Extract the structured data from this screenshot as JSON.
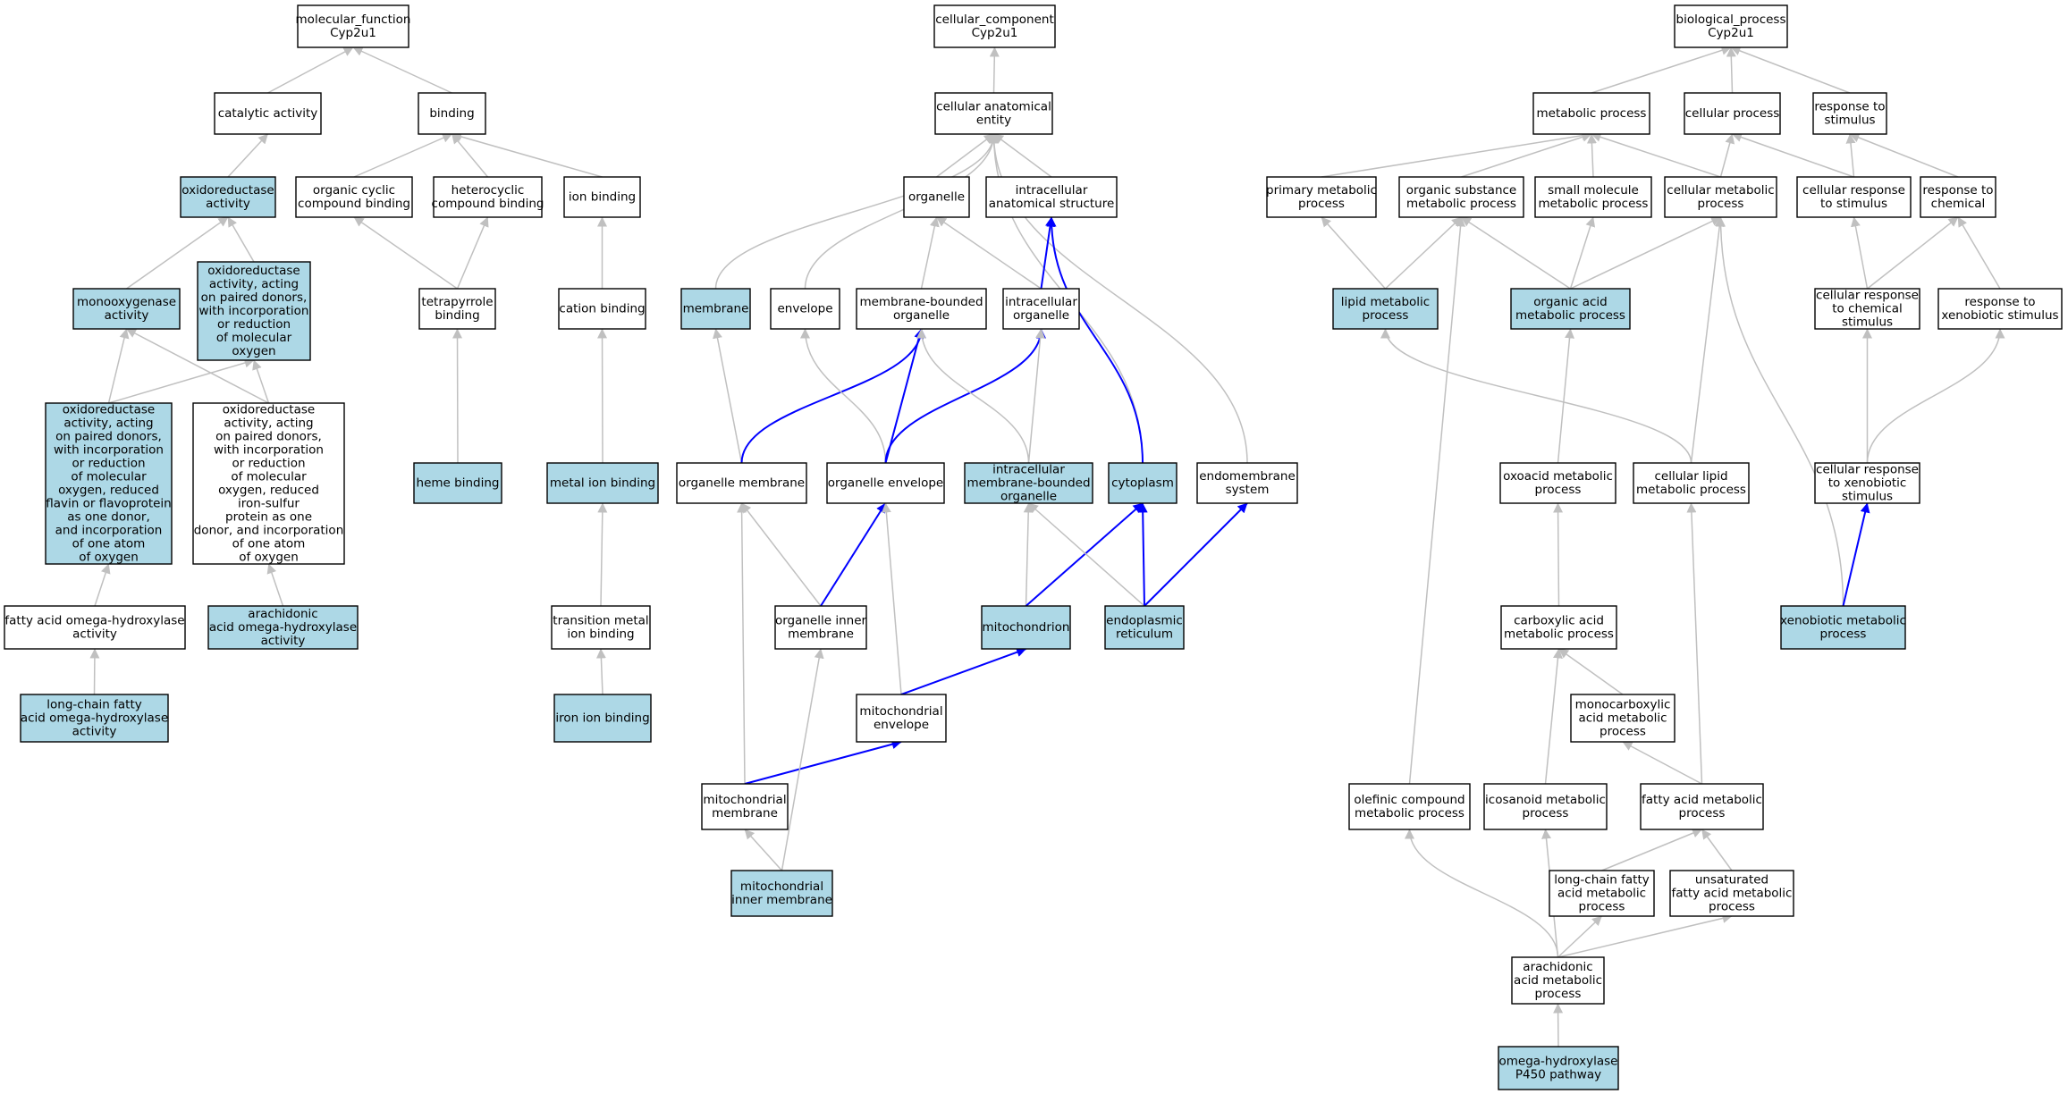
{
  "colors": {
    "highlight_fill": "#add8e6",
    "plain_fill": "#ffffff",
    "edge_gray": "#c0c0c0",
    "edge_blue": "#0000ff"
  },
  "nodes": [
    {
      "id": "mf",
      "lines": [
        "molecular_function",
        "Cyp2u1"
      ],
      "hl": false
    },
    {
      "id": "catalytic",
      "lines": [
        "catalytic activity"
      ],
      "hl": false
    },
    {
      "id": "binding",
      "lines": [
        "binding"
      ],
      "hl": false
    },
    {
      "id": "oxidoreductase",
      "lines": [
        "oxidoreductase",
        "activity"
      ],
      "hl": true
    },
    {
      "id": "organic_cyclic",
      "lines": [
        "organic cyclic",
        "compound binding"
      ],
      "hl": false
    },
    {
      "id": "heterocyclic",
      "lines": [
        "heterocyclic",
        "compound binding"
      ],
      "hl": false
    },
    {
      "id": "ion_binding",
      "lines": [
        "ion binding"
      ],
      "hl": false
    },
    {
      "id": "monooxygenase",
      "lines": [
        "monooxygenase",
        "activity"
      ],
      "hl": true
    },
    {
      "id": "oxido_paired",
      "lines": [
        "oxidoreductase",
        "activity, acting",
        "on paired donors,",
        "with incorporation",
        "or reduction",
        "of molecular",
        "oxygen"
      ],
      "hl": true
    },
    {
      "id": "tetrapyrrole",
      "lines": [
        "tetrapyrrole",
        "binding"
      ],
      "hl": false
    },
    {
      "id": "cation_binding",
      "lines": [
        "cation binding"
      ],
      "hl": false
    },
    {
      "id": "oxido_flavin",
      "lines": [
        "oxidoreductase",
        "activity, acting",
        "on paired donors,",
        "with incorporation",
        "or reduction",
        "of molecular",
        "oxygen, reduced",
        "flavin or flavoprotein",
        "as one donor,",
        "and incorporation",
        "of one atom",
        "of oxygen"
      ],
      "hl": true
    },
    {
      "id": "oxido_ironsulfur",
      "lines": [
        "oxidoreductase",
        "activity, acting",
        "on paired donors,",
        "with incorporation",
        "or reduction",
        "of molecular",
        "oxygen, reduced",
        "iron-sulfur",
        "protein as one",
        "donor, and incorporation",
        "of one atom",
        "of oxygen"
      ],
      "hl": false
    },
    {
      "id": "heme_binding",
      "lines": [
        "heme binding"
      ],
      "hl": true
    },
    {
      "id": "metal_ion",
      "lines": [
        "metal ion binding"
      ],
      "hl": true
    },
    {
      "id": "fa_omega",
      "lines": [
        "fatty acid omega-hydroxylase",
        "activity"
      ],
      "hl": false
    },
    {
      "id": "arach_omega",
      "lines": [
        "arachidonic",
        "acid omega-hydroxylase",
        "activity"
      ],
      "hl": true
    },
    {
      "id": "transition_metal",
      "lines": [
        "transition metal",
        "ion binding"
      ],
      "hl": false
    },
    {
      "id": "lc_omega",
      "lines": [
        "long-chain fatty",
        "acid omega-hydroxylase",
        "activity"
      ],
      "hl": true
    },
    {
      "id": "iron_ion",
      "lines": [
        "iron ion binding"
      ],
      "hl": true
    },
    {
      "id": "cc",
      "lines": [
        "cellular_component",
        "Cyp2u1"
      ],
      "hl": false
    },
    {
      "id": "cae",
      "lines": [
        "cellular anatomical",
        "entity"
      ],
      "hl": false
    },
    {
      "id": "organelle",
      "lines": [
        "organelle"
      ],
      "hl": false
    },
    {
      "id": "ias",
      "lines": [
        "intracellular",
        "anatomical structure"
      ],
      "hl": false
    },
    {
      "id": "membrane",
      "lines": [
        "membrane"
      ],
      "hl": true
    },
    {
      "id": "envelope",
      "lines": [
        "envelope"
      ],
      "hl": false
    },
    {
      "id": "mbo",
      "lines": [
        "membrane-bounded",
        "organelle"
      ],
      "hl": false
    },
    {
      "id": "io",
      "lines": [
        "intracellular",
        "organelle"
      ],
      "hl": false
    },
    {
      "id": "org_membrane",
      "lines": [
        "organelle membrane"
      ],
      "hl": false
    },
    {
      "id": "org_envelope",
      "lines": [
        "organelle envelope"
      ],
      "hl": false
    },
    {
      "id": "imbo",
      "lines": [
        "intracellular",
        "membrane-bounded",
        "organelle"
      ],
      "hl": true
    },
    {
      "id": "cytoplasm",
      "lines": [
        "cytoplasm"
      ],
      "hl": true
    },
    {
      "id": "endomembrane",
      "lines": [
        "endomembrane",
        "system"
      ],
      "hl": false
    },
    {
      "id": "org_inner",
      "lines": [
        "organelle inner",
        "membrane"
      ],
      "hl": false
    },
    {
      "id": "mitochondrion",
      "lines": [
        "mitochondrion"
      ],
      "hl": true
    },
    {
      "id": "er",
      "lines": [
        "endoplasmic",
        "reticulum"
      ],
      "hl": true
    },
    {
      "id": "mito_env",
      "lines": [
        "mitochondrial",
        "envelope"
      ],
      "hl": false
    },
    {
      "id": "mito_mem",
      "lines": [
        "mitochondrial",
        "membrane"
      ],
      "hl": false
    },
    {
      "id": "mito_inner",
      "lines": [
        "mitochondrial",
        "inner membrane"
      ],
      "hl": true
    },
    {
      "id": "bp",
      "lines": [
        "biological_process",
        "Cyp2u1"
      ],
      "hl": false
    },
    {
      "id": "metabolic",
      "lines": [
        "metabolic process"
      ],
      "hl": false
    },
    {
      "id": "cellular_process",
      "lines": [
        "cellular process"
      ],
      "hl": false
    },
    {
      "id": "resp_stim",
      "lines": [
        "response to",
        "stimulus"
      ],
      "hl": false
    },
    {
      "id": "primary_met",
      "lines": [
        "primary metabolic",
        "process"
      ],
      "hl": false
    },
    {
      "id": "org_subst",
      "lines": [
        "organic substance",
        "metabolic process"
      ],
      "hl": false
    },
    {
      "id": "small_mol",
      "lines": [
        "small molecule",
        "metabolic process"
      ],
      "hl": false
    },
    {
      "id": "cell_met",
      "lines": [
        "cellular metabolic",
        "process"
      ],
      "hl": false
    },
    {
      "id": "cell_resp_stim",
      "lines": [
        "cellular response",
        "to stimulus"
      ],
      "hl": false
    },
    {
      "id": "resp_chem",
      "lines": [
        "response to",
        "chemical"
      ],
      "hl": false
    },
    {
      "id": "lipid_met",
      "lines": [
        "lipid metabolic",
        "process"
      ],
      "hl": true
    },
    {
      "id": "organic_acid",
      "lines": [
        "organic acid",
        "metabolic process"
      ],
      "hl": true
    },
    {
      "id": "cell_resp_chem",
      "lines": [
        "cellular response",
        "to chemical",
        "stimulus"
      ],
      "hl": false
    },
    {
      "id": "resp_xeno",
      "lines": [
        "response to",
        "xenobiotic stimulus"
      ],
      "hl": false
    },
    {
      "id": "oxoacid",
      "lines": [
        "oxoacid metabolic",
        "process"
      ],
      "hl": false
    },
    {
      "id": "cell_lipid",
      "lines": [
        "cellular lipid",
        "metabolic process"
      ],
      "hl": false
    },
    {
      "id": "cell_resp_xeno",
      "lines": [
        "cellular response",
        "to xenobiotic",
        "stimulus"
      ],
      "hl": false
    },
    {
      "id": "carboxylic",
      "lines": [
        "carboxylic acid",
        "metabolic process"
      ],
      "hl": false
    },
    {
      "id": "xeno_met",
      "lines": [
        "xenobiotic metabolic",
        "process"
      ],
      "hl": true
    },
    {
      "id": "monocarboxylic",
      "lines": [
        "monocarboxylic",
        "acid metabolic",
        "process"
      ],
      "hl": false
    },
    {
      "id": "olefinic",
      "lines": [
        "olefinic compound",
        "metabolic process"
      ],
      "hl": false
    },
    {
      "id": "icosanoid",
      "lines": [
        "icosanoid metabolic",
        "process"
      ],
      "hl": false
    },
    {
      "id": "fatty_acid_met",
      "lines": [
        "fatty acid metabolic",
        "process"
      ],
      "hl": false
    },
    {
      "id": "lc_fatty_met",
      "lines": [
        "long-chain fatty",
        "acid metabolic",
        "process"
      ],
      "hl": false
    },
    {
      "id": "unsat_fatty",
      "lines": [
        "unsaturated",
        "fatty acid metabolic",
        "process"
      ],
      "hl": false
    },
    {
      "id": "arach_met",
      "lines": [
        "arachidonic",
        "acid metabolic",
        "process"
      ],
      "hl": false
    },
    {
      "id": "omega_p450",
      "lines": [
        "omega-hydroxylase",
        "P450 pathway"
      ],
      "hl": true
    }
  ],
  "edges": [
    {
      "from": "catalytic",
      "to": "mf",
      "blue": false
    },
    {
      "from": "binding",
      "to": "mf",
      "blue": false
    },
    {
      "from": "oxidoreductase",
      "to": "catalytic",
      "blue": false
    },
    {
      "from": "organic_cyclic",
      "to": "binding",
      "blue": false
    },
    {
      "from": "heterocyclic",
      "to": "binding",
      "blue": false
    },
    {
      "from": "ion_binding",
      "to": "binding",
      "blue": false
    },
    {
      "from": "monooxygenase",
      "to": "oxidoreductase",
      "blue": false
    },
    {
      "from": "oxido_paired",
      "to": "oxidoreductase",
      "blue": false
    },
    {
      "from": "tetrapyrrole",
      "to": "organic_cyclic",
      "blue": false
    },
    {
      "from": "tetrapyrrole",
      "to": "heterocyclic",
      "blue": false
    },
    {
      "from": "cation_binding",
      "to": "ion_binding",
      "blue": false
    },
    {
      "from": "oxido_flavin",
      "to": "monooxygenase",
      "blue": false
    },
    {
      "from": "oxido_flavin",
      "to": "oxido_paired",
      "blue": false
    },
    {
      "from": "oxido_ironsulfur",
      "to": "monooxygenase",
      "blue": false
    },
    {
      "from": "oxido_ironsulfur",
      "to": "oxido_paired",
      "blue": false
    },
    {
      "from": "heme_binding",
      "to": "tetrapyrrole",
      "blue": false
    },
    {
      "from": "metal_ion",
      "to": "cation_binding",
      "blue": false
    },
    {
      "from": "fa_omega",
      "to": "oxido_flavin",
      "blue": false
    },
    {
      "from": "arach_omega",
      "to": "oxido_ironsulfur",
      "blue": false
    },
    {
      "from": "transition_metal",
      "to": "metal_ion",
      "blue": false
    },
    {
      "from": "lc_omega",
      "to": "fa_omega",
      "blue": false
    },
    {
      "from": "iron_ion",
      "to": "transition_metal",
      "blue": false
    },
    {
      "from": "cae",
      "to": "cc",
      "blue": false
    },
    {
      "from": "organelle",
      "to": "cae",
      "blue": false
    },
    {
      "from": "ias",
      "to": "cae",
      "blue": false
    },
    {
      "from": "membrane",
      "to": "cae",
      "blue": false
    },
    {
      "from": "envelope",
      "to": "cae",
      "blue": false
    },
    {
      "from": "cytoplasm",
      "to": "cae",
      "blue": false
    },
    {
      "from": "endomembrane",
      "to": "cae",
      "blue": false
    },
    {
      "from": "mbo",
      "to": "organelle",
      "blue": false
    },
    {
      "from": "io",
      "to": "organelle",
      "blue": false
    },
    {
      "from": "io",
      "to": "ias",
      "blue": true
    },
    {
      "from": "cytoplasm",
      "to": "ias",
      "blue": true
    },
    {
      "from": "org_membrane",
      "to": "membrane",
      "blue": false
    },
    {
      "from": "org_membrane",
      "to": "mbo",
      "blue": true
    },
    {
      "from": "org_envelope",
      "to": "envelope",
      "blue": false
    },
    {
      "from": "org_envelope",
      "to": "mbo",
      "blue": true
    },
    {
      "from": "org_envelope",
      "to": "io",
      "blue": true
    },
    {
      "from": "imbo",
      "to": "mbo",
      "blue": false
    },
    {
      "from": "imbo",
      "to": "io",
      "blue": false
    },
    {
      "from": "org_inner",
      "to": "org_membrane",
      "blue": false
    },
    {
      "from": "org_inner",
      "to": "org_envelope",
      "blue": true
    },
    {
      "from": "mitochondrion",
      "to": "imbo",
      "blue": false
    },
    {
      "from": "mitochondrion",
      "to": "cytoplasm",
      "blue": true
    },
    {
      "from": "er",
      "to": "imbo",
      "blue": false
    },
    {
      "from": "er",
      "to": "cytoplasm",
      "blue": true
    },
    {
      "from": "er",
      "to": "endomembrane",
      "blue": true
    },
    {
      "from": "mito_env",
      "to": "org_envelope",
      "blue": false
    },
    {
      "from": "mito_env",
      "to": "mitochondrion",
      "blue": true
    },
    {
      "from": "mito_mem",
      "to": "org_membrane",
      "blue": false
    },
    {
      "from": "mito_mem",
      "to": "mito_env",
      "blue": true
    },
    {
      "from": "mito_inner",
      "to": "mito_mem",
      "blue": false
    },
    {
      "from": "mito_inner",
      "to": "org_inner",
      "blue": false
    },
    {
      "from": "metabolic",
      "to": "bp",
      "blue": false
    },
    {
      "from": "cellular_process",
      "to": "bp",
      "blue": false
    },
    {
      "from": "resp_stim",
      "to": "bp",
      "blue": false
    },
    {
      "from": "primary_met",
      "to": "metabolic",
      "blue": false
    },
    {
      "from": "org_subst",
      "to": "metabolic",
      "blue": false
    },
    {
      "from": "small_mol",
      "to": "metabolic",
      "blue": false
    },
    {
      "from": "cell_met",
      "to": "metabolic",
      "blue": false
    },
    {
      "from": "cell_met",
      "to": "cellular_process",
      "blue": false
    },
    {
      "from": "cell_resp_stim",
      "to": "cellular_process",
      "blue": false
    },
    {
      "from": "cell_resp_stim",
      "to": "resp_stim",
      "blue": false
    },
    {
      "from": "resp_chem",
      "to": "resp_stim",
      "blue": false
    },
    {
      "from": "lipid_met",
      "to": "primary_met",
      "blue": false
    },
    {
      "from": "lipid_met",
      "to": "org_subst",
      "blue": false
    },
    {
      "from": "organic_acid",
      "to": "org_subst",
      "blue": false
    },
    {
      "from": "organic_acid",
      "to": "small_mol",
      "blue": false
    },
    {
      "from": "organic_acid",
      "to": "cell_met",
      "blue": false
    },
    {
      "from": "cell_resp_chem",
      "to": "cell_resp_stim",
      "blue": false
    },
    {
      "from": "cell_resp_chem",
      "to": "resp_chem",
      "blue": false
    },
    {
      "from": "resp_xeno",
      "to": "resp_chem",
      "blue": false
    },
    {
      "from": "oxoacid",
      "to": "organic_acid",
      "blue": false
    },
    {
      "from": "cell_lipid",
      "to": "lipid_met",
      "blue": false
    },
    {
      "from": "cell_lipid",
      "to": "cell_met",
      "blue": false
    },
    {
      "from": "cell_resp_xeno",
      "to": "cell_resp_chem",
      "blue": false
    },
    {
      "from": "cell_resp_xeno",
      "to": "resp_xeno",
      "blue": false
    },
    {
      "from": "carboxylic",
      "to": "oxoacid",
      "blue": false
    },
    {
      "from": "xeno_met",
      "to": "cell_met",
      "blue": false
    },
    {
      "from": "xeno_met",
      "to": "cell_resp_xeno",
      "blue": true
    },
    {
      "from": "monocarboxylic",
      "to": "carboxylic",
      "blue": false
    },
    {
      "from": "olefinic",
      "to": "org_subst",
      "blue": false
    },
    {
      "from": "icosanoid",
      "to": "carboxylic",
      "blue": false
    },
    {
      "from": "fatty_acid_met",
      "to": "monocarboxylic",
      "blue": false
    },
    {
      "from": "fatty_acid_met",
      "to": "cell_lipid",
      "blue": false
    },
    {
      "from": "lc_fatty_met",
      "to": "fatty_acid_met",
      "blue": false
    },
    {
      "from": "unsat_fatty",
      "to": "fatty_acid_met",
      "blue": false
    },
    {
      "from": "arach_met",
      "to": "olefinic",
      "blue": false
    },
    {
      "from": "arach_met",
      "to": "icosanoid",
      "blue": false
    },
    {
      "from": "arach_met",
      "to": "lc_fatty_met",
      "blue": false
    },
    {
      "from": "arach_met",
      "to": "unsat_fatty",
      "blue": false
    },
    {
      "from": "omega_p450",
      "to": "arach_met",
      "blue": false
    }
  ]
}
